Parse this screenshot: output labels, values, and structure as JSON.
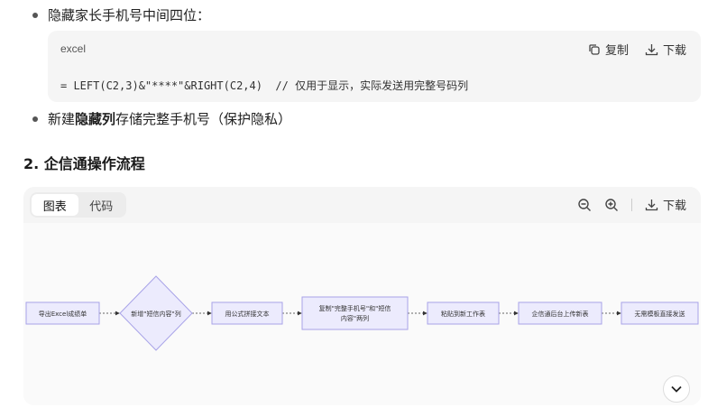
{
  "bullets": [
    {
      "text": "隐藏家长手机号中间四位："
    },
    {
      "prefix": "新建",
      "bold": "隐藏列",
      "suffix": "存储完整手机号（保护隐私）"
    }
  ],
  "code": {
    "lang": "excel",
    "copy_label": "复制",
    "download_label": "下载",
    "line": "= LEFT(C2,3)&\"****\"&RIGHT(C2,4)  // 仅用于显示，实际发送用完整号码列"
  },
  "section_heading": "2. 企信通操作流程",
  "diagram": {
    "tabs": [
      {
        "label": "图表",
        "active": true
      },
      {
        "label": "代码",
        "active": false
      }
    ],
    "download_label": "下载",
    "nodes": [
      {
        "id": "n1",
        "label": "导出Excel成绩单"
      },
      {
        "id": "n2",
        "label": "新增\"短信内容\"列"
      },
      {
        "id": "n3",
        "label": "用公式拼接文本"
      },
      {
        "id": "n4",
        "label1": "复制\"完整手机号\"和\"短信",
        "label2": "内容\"两列"
      },
      {
        "id": "n5",
        "label": "粘贴到新工作表"
      },
      {
        "id": "n6",
        "label": "企信通后台上传新表"
      },
      {
        "id": "n7",
        "label": "无需模板直接发送"
      }
    ]
  }
}
